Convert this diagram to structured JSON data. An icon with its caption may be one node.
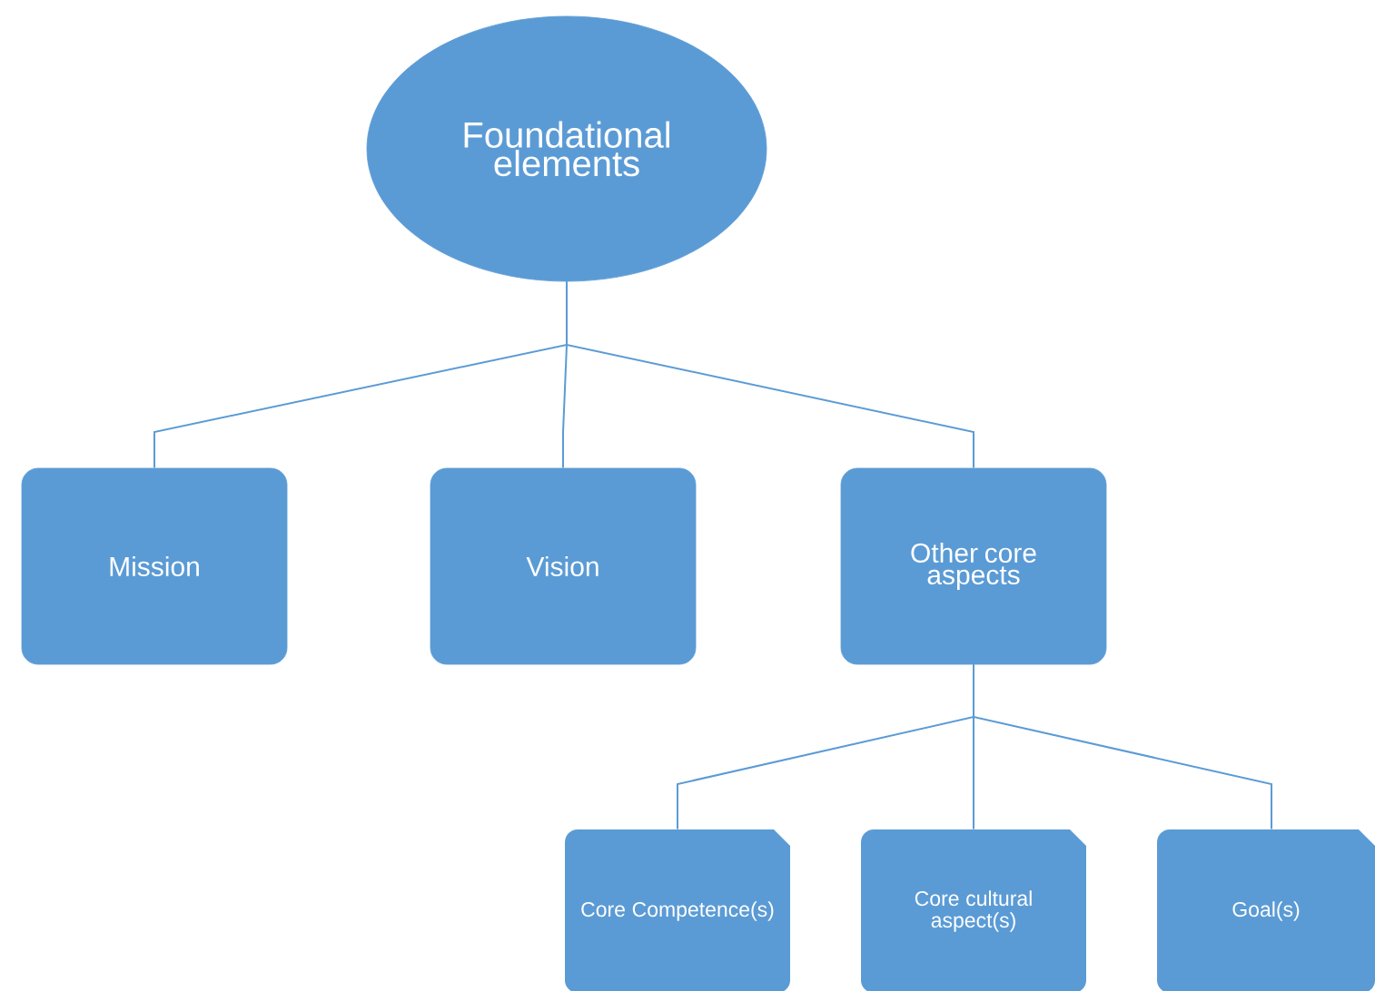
{
  "diagram": {
    "nodes": [
      {
        "text": [
          "Foundational elements"
        ]
      },
      {
        "text": [
          "Mission"
        ]
      },
      {
        "text": [
          "Vision"
        ]
      },
      {
        "text": [
          "Other core aspects"
        ]
      },
      {
        "text": [
          "Core Competence(s)"
        ]
      },
      {
        "text": [
          "Core cultural aspect(s)"
        ]
      },
      {
        "text": [
          "Goal(s)"
        ]
      }
    ],
    "edges": [
      {
        "from": 0,
        "to": 1,
        "arrow": "none"
      },
      {
        "from": 0,
        "to": 2,
        "arrow": "none"
      },
      {
        "from": 0,
        "to": 3,
        "arrow": "none"
      },
      {
        "from": 3,
        "to": 4,
        "arrow": "none"
      },
      {
        "from": 3,
        "to": 5,
        "arrow": "none"
      },
      {
        "from": 3,
        "to": 6,
        "arrow": "none"
      }
    ]
  }
}
